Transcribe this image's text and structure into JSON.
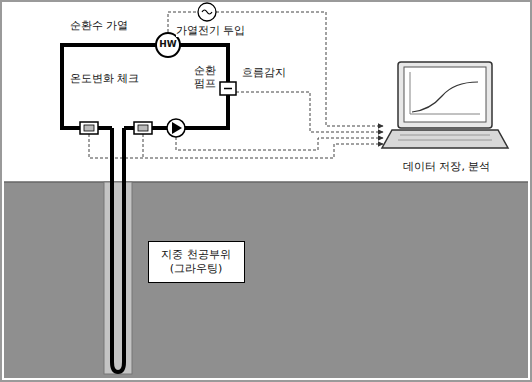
{
  "diagram": {
    "nodes": [
      {
        "text": [
          "HW"
        ]
      },
      {
        "text": [
          "지중 천공부위 (그라우팅)"
        ]
      }
    ],
    "labels": [
      "순환수 가열",
      "가열전기 투입",
      "흐름감지",
      "순환 펌프",
      "온도변화 체크",
      "데이터 저장, 분석"
    ]
  }
}
